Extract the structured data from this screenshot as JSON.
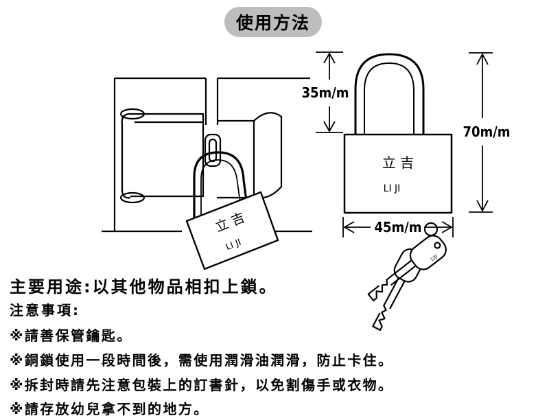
{
  "title": "使用方法",
  "dimensions": {
    "shackle_height": "35m/m",
    "total_height": "70m/m",
    "width": "45m/m"
  },
  "lock_label": {
    "chinese": "立 吉",
    "latin": "LI JI"
  },
  "key_label": "LIJI",
  "purpose": "主要用途:以其他物品相扣上鎖。",
  "notes_heading": "注意事項:",
  "notes": [
    "※請善保管鑰匙。",
    "※銅鎖使用一段時間後，需使用潤滑油潤滑，防止卡住。",
    "※拆封時請先注意包裝上的訂書針，以免割傷手或衣物。",
    "※請存放幼兒拿不到的地方。"
  ]
}
